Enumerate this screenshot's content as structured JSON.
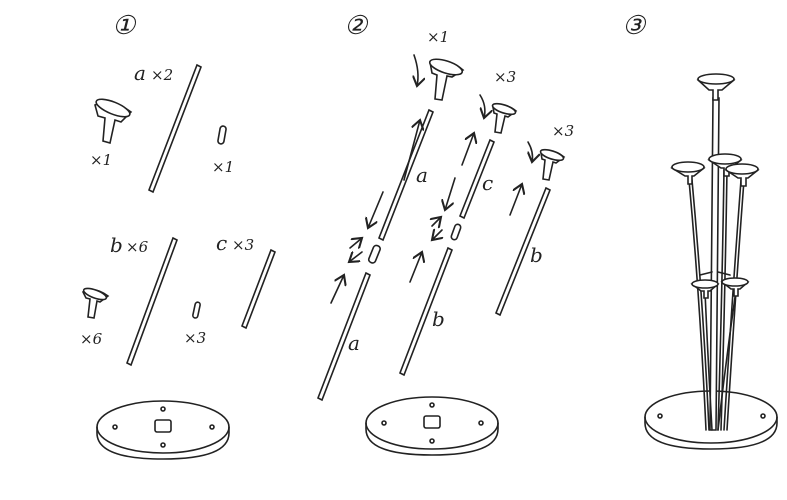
{
  "steps": {
    "s1": "①",
    "s2": "②",
    "s3": "③"
  },
  "step1": {
    "rod_a": "a",
    "rod_a_qty": "×2",
    "cup_qty": "×1",
    "connector_qty": "×1",
    "rod_b": "b",
    "rod_b_qty": "×6",
    "rod_c": "c",
    "rod_c_qty": "×3",
    "small_cup_qty": "×6",
    "small_connector_qty": "×3"
  },
  "step2": {
    "top_qty": "×1",
    "right_qty_1": "×3",
    "right_qty_2": "×3",
    "label_a_upper": "a",
    "label_a_lower": "a",
    "label_b_mid": "b",
    "label_c": "c",
    "label_b_right": "b"
  }
}
